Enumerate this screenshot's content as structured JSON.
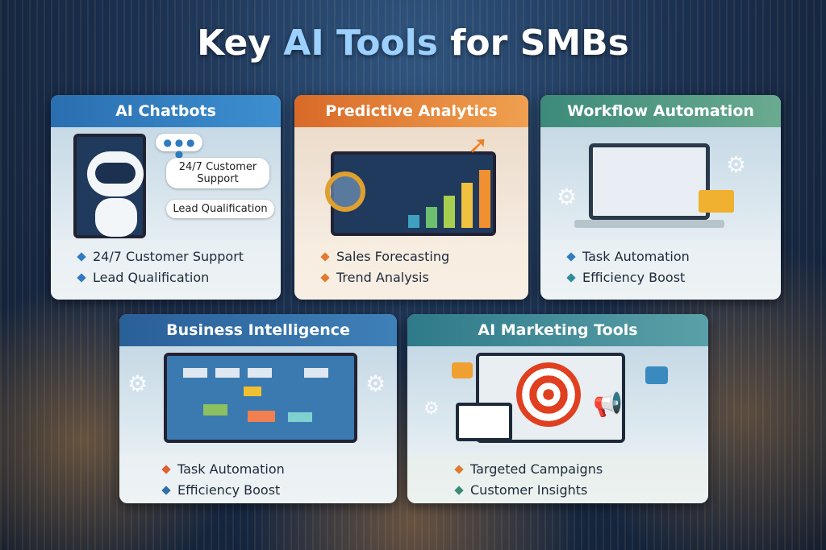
{
  "title": {
    "part1": "Key ",
    "part2": "AI Tools",
    "part3": " for SMBs"
  },
  "cards": [
    {
      "title": "AI Chatbots",
      "color": "#2f7bc0",
      "bubbles": [
        "24/7 Customer Support",
        "Lead Qualification"
      ],
      "bullets": [
        "24/7 Customer Support",
        "Lead Qualification"
      ],
      "bullet_colors": [
        "#2f7bc0",
        "#2f7bc0"
      ]
    },
    {
      "title": "Predictive Analytics",
      "color": "#e07a30",
      "bullets": [
        "Sales Forecasting",
        "Trend Analysis"
      ],
      "bullet_colors": [
        "#e07a30",
        "#e07a30"
      ]
    },
    {
      "title": "Workflow Automation",
      "color": "#4a9a8a",
      "bullets": [
        "Task Automation",
        "Efficiency Boost"
      ],
      "bullet_colors": [
        "#2f7bc0",
        "#2f8a9a"
      ]
    },
    {
      "title": "Business Intelligence",
      "color": "#2f6ea8",
      "bullets": [
        "Task Automation",
        "Efficiency Boost"
      ],
      "bullet_colors": [
        "#e06030",
        "#2f6ea8"
      ]
    },
    {
      "title": "AI Marketing Tools",
      "color": "#3a8a9a",
      "bullets": [
        "Targeted Campaigns",
        "Customer Insights"
      ],
      "bullet_colors": [
        "#e07a30",
        "#3a8a7a"
      ]
    }
  ]
}
